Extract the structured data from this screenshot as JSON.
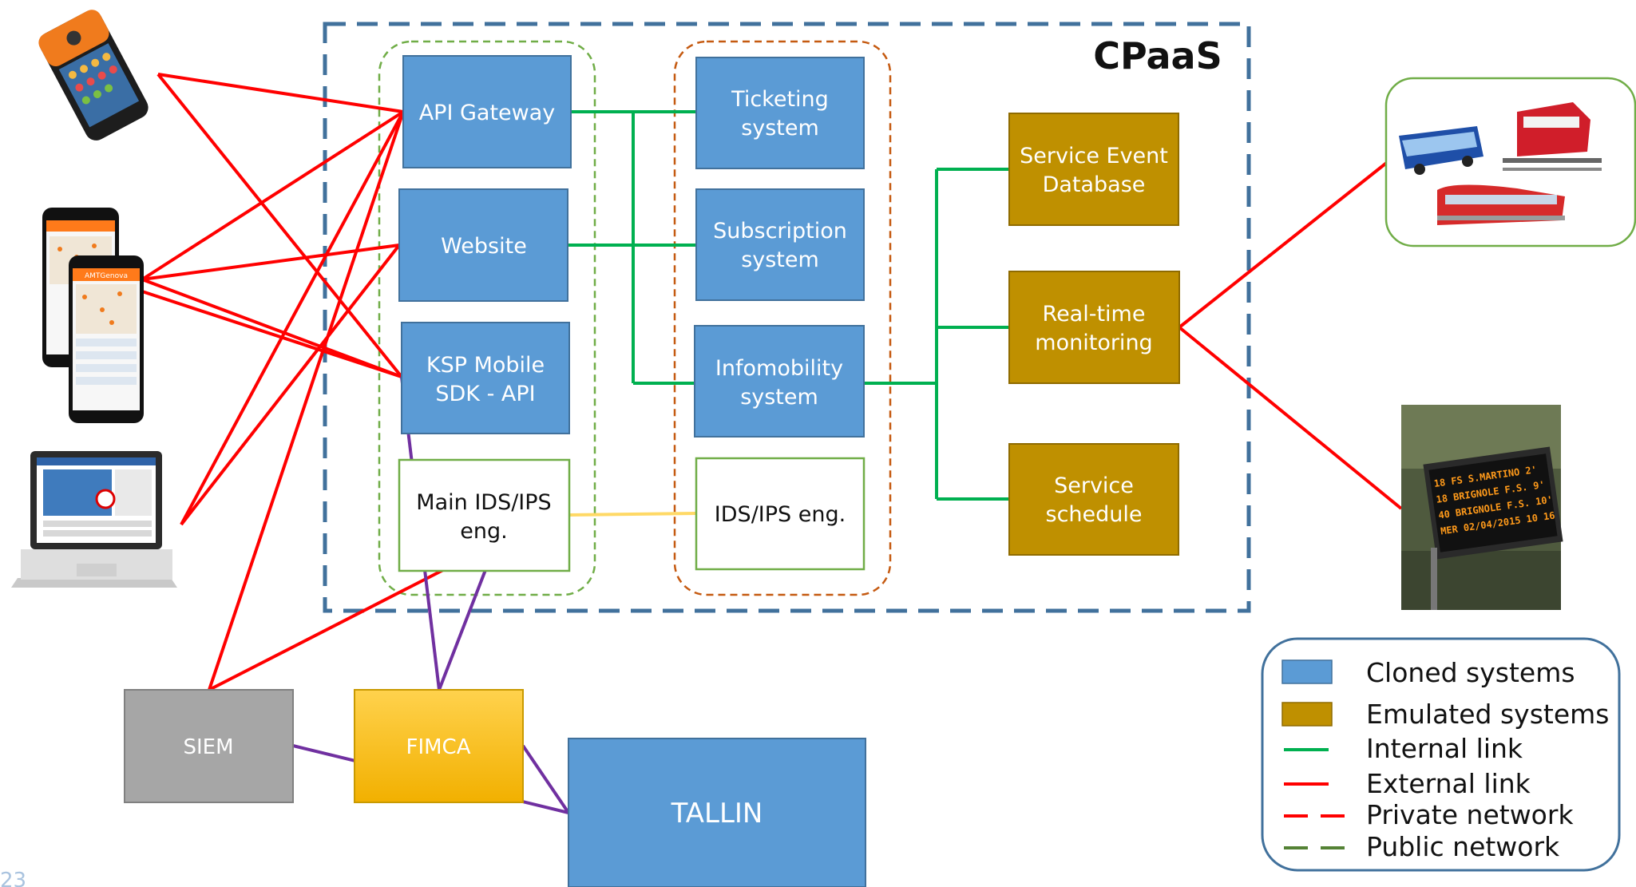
{
  "title": "CPaaS",
  "page_number": "23",
  "colors": {
    "cloned": "#5b9bd5",
    "emulated": "#bf9000",
    "internal_link": "#00b050",
    "external_link": "#ff0000",
    "private_network": "#ff0000",
    "public_network": "#548235",
    "ids_link": "#ffd966",
    "fimca_link": "#7030a0",
    "siem": "#a6a6a6",
    "fimca": "#ffc000",
    "cpaas_border": "#41719c",
    "group_green": "#70ad47",
    "group_orange": "#c55a11",
    "transport_border": "#70ad47"
  },
  "nodes": {
    "api_gateway": [
      "API Gateway"
    ],
    "website": [
      "Website"
    ],
    "ksp_mobile": [
      "KSP Mobile",
      "SDK - API"
    ],
    "main_ids": [
      "Main IDS/IPS",
      "eng."
    ],
    "ticketing": [
      "Ticketing",
      "system"
    ],
    "subscription": [
      "Subscription",
      "system"
    ],
    "infomobility": [
      "Infomobility",
      "system"
    ],
    "ids_eng": [
      "IDS/IPS eng."
    ],
    "service_event": [
      "Service Event",
      "Database"
    ],
    "realtime": [
      "Real-time",
      "monitoring"
    ],
    "schedule": [
      "Service",
      "schedule"
    ],
    "siem": [
      "SIEM"
    ],
    "fimca": [
      "FIMCA"
    ],
    "tallin": [
      "TALLIN"
    ]
  },
  "devices": {
    "pos_terminal": "pos-terminal",
    "smartphones": "smartphones",
    "laptop": "laptop",
    "transport_vehicles": "transport-vehicles",
    "info_display": "bus-stop-display",
    "app_header": "AMTGenova",
    "display_lines": [
      "18 FS S.MARTINO 2'",
      "18 BRIGNOLE F.S. 9'",
      "40 BRIGNOLE F.S. 10'",
      "MER 02/04/2015 10 16"
    ]
  },
  "legend": {
    "cloned": "Cloned systems",
    "emulated": "Emulated systems",
    "internal": "Internal link",
    "external": "External link",
    "private": "Private network",
    "public": "Public network"
  }
}
